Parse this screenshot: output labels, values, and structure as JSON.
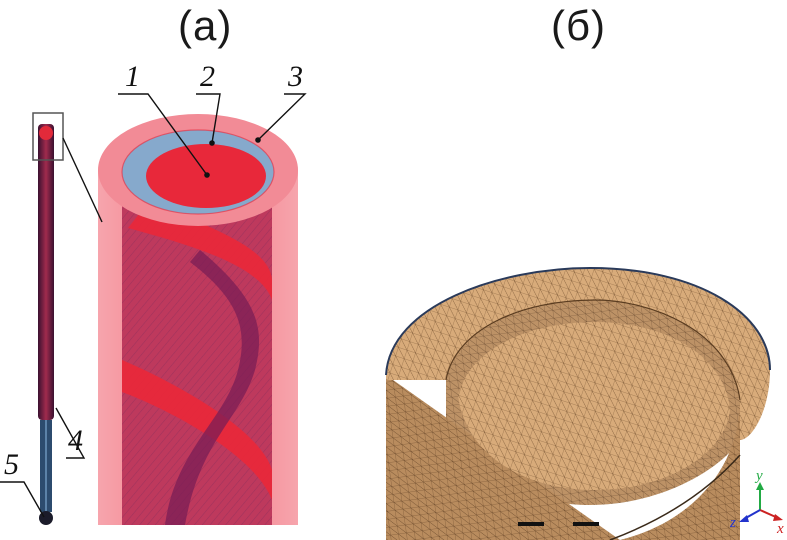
{
  "panels": {
    "a": {
      "label": "(a)"
    },
    "b": {
      "label": "(б)"
    }
  },
  "callouts": [
    {
      "id": "1",
      "text": "1"
    },
    {
      "id": "2",
      "text": "2"
    },
    {
      "id": "3",
      "text": "3"
    },
    {
      "id": "4",
      "text": "4"
    },
    {
      "id": "5",
      "text": "5"
    }
  ],
  "triad": {
    "x": "x",
    "y": "y",
    "z": "z"
  },
  "colors": {
    "outer_shell": "#f07a86",
    "core": "#e8283a",
    "gap": "#86a9cc",
    "mesh": "#d9ad7c",
    "axis_x": "#cc2222",
    "axis_y": "#22aa44",
    "axis_z": "#2233cc"
  }
}
